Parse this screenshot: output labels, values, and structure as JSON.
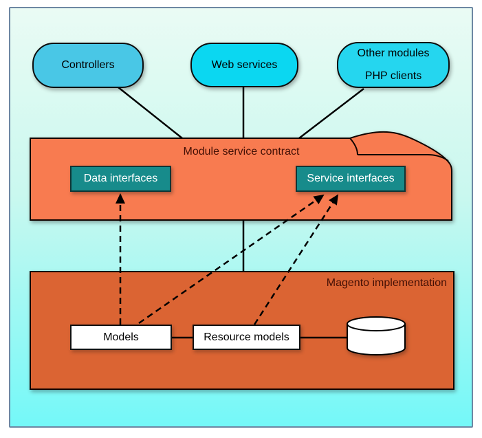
{
  "diagram": {
    "clients": [
      {
        "label": "Controllers"
      },
      {
        "label": "Web services"
      },
      {
        "lines": [
          "Other modules",
          "PHP clients"
        ]
      }
    ],
    "service_contract": {
      "title": "Module service contract",
      "interfaces": [
        {
          "label": "Data interfaces"
        },
        {
          "label": "Service interfaces"
        }
      ]
    },
    "implementation": {
      "title": "Magento implementation",
      "components": [
        {
          "label": "Models"
        },
        {
          "label": "Resource models"
        }
      ],
      "database_icon": "database-cylinder"
    },
    "colors": {
      "canvas_border": "#6d87a3",
      "background_top": "#eafbf4",
      "background_bottom": "#74f8f8",
      "controllers_fill": "#49c7e6",
      "web_services_fill": "#0bd7f1",
      "other_modules_fill": "#25d6ef",
      "contract_fill": "#f87b50",
      "implementation_fill": "#db6433",
      "interface_fill": "#178b8b",
      "section_label_color": "#441005",
      "line_color": "#000000"
    }
  }
}
